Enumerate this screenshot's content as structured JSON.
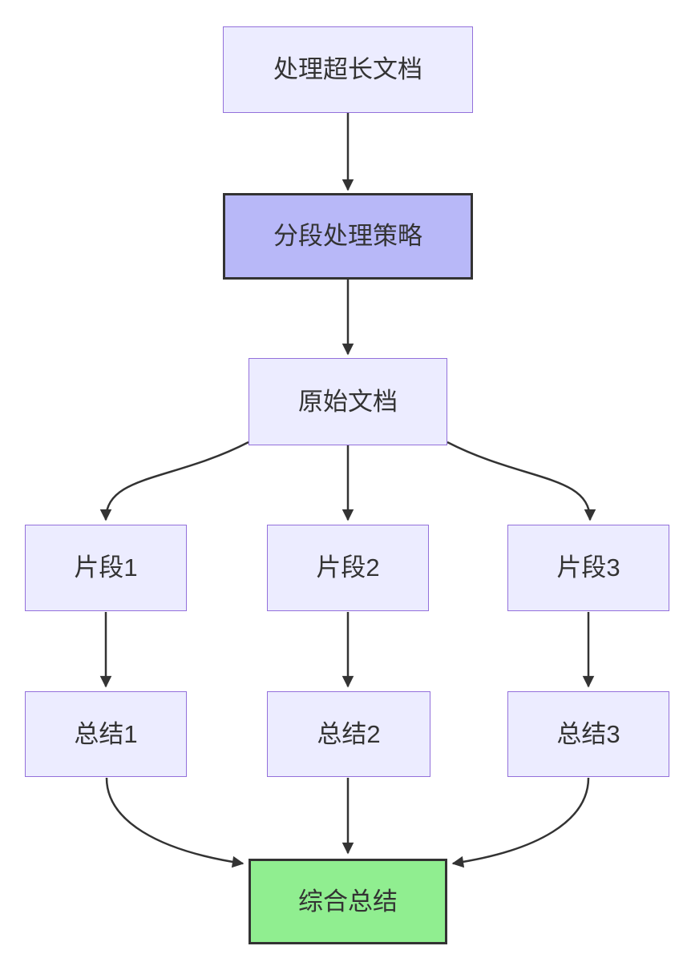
{
  "diagram": {
    "type": "flowchart",
    "direction": "top-down",
    "colors": {
      "background": "#ffffff",
      "node_fill": "#ECECFF",
      "node_border": "#9370DB",
      "strategy_fill": "#B8B8F8",
      "final_fill": "#90EE90",
      "highlight_border": "#333333",
      "edge_color": "#333333",
      "text_color": "#333333"
    },
    "nodes": {
      "task": {
        "label": "处理超长文档"
      },
      "strategy": {
        "label": "分段处理策略"
      },
      "doc": {
        "label": "原始文档"
      },
      "chunk1": {
        "label": "片段1"
      },
      "chunk2": {
        "label": "片段2"
      },
      "chunk3": {
        "label": "片段3"
      },
      "summary1": {
        "label": "总结1"
      },
      "summary2": {
        "label": "总结2"
      },
      "summary3": {
        "label": "总结3"
      },
      "final": {
        "label": "综合总结"
      }
    },
    "edges": [
      {
        "from": "task",
        "to": "strategy"
      },
      {
        "from": "strategy",
        "to": "doc"
      },
      {
        "from": "doc",
        "to": "chunk1"
      },
      {
        "from": "doc",
        "to": "chunk2"
      },
      {
        "from": "doc",
        "to": "chunk3"
      },
      {
        "from": "chunk1",
        "to": "summary1"
      },
      {
        "from": "chunk2",
        "to": "summary2"
      },
      {
        "from": "chunk3",
        "to": "summary3"
      },
      {
        "from": "summary1",
        "to": "final"
      },
      {
        "from": "summary2",
        "to": "final"
      },
      {
        "from": "summary3",
        "to": "final"
      }
    ]
  }
}
